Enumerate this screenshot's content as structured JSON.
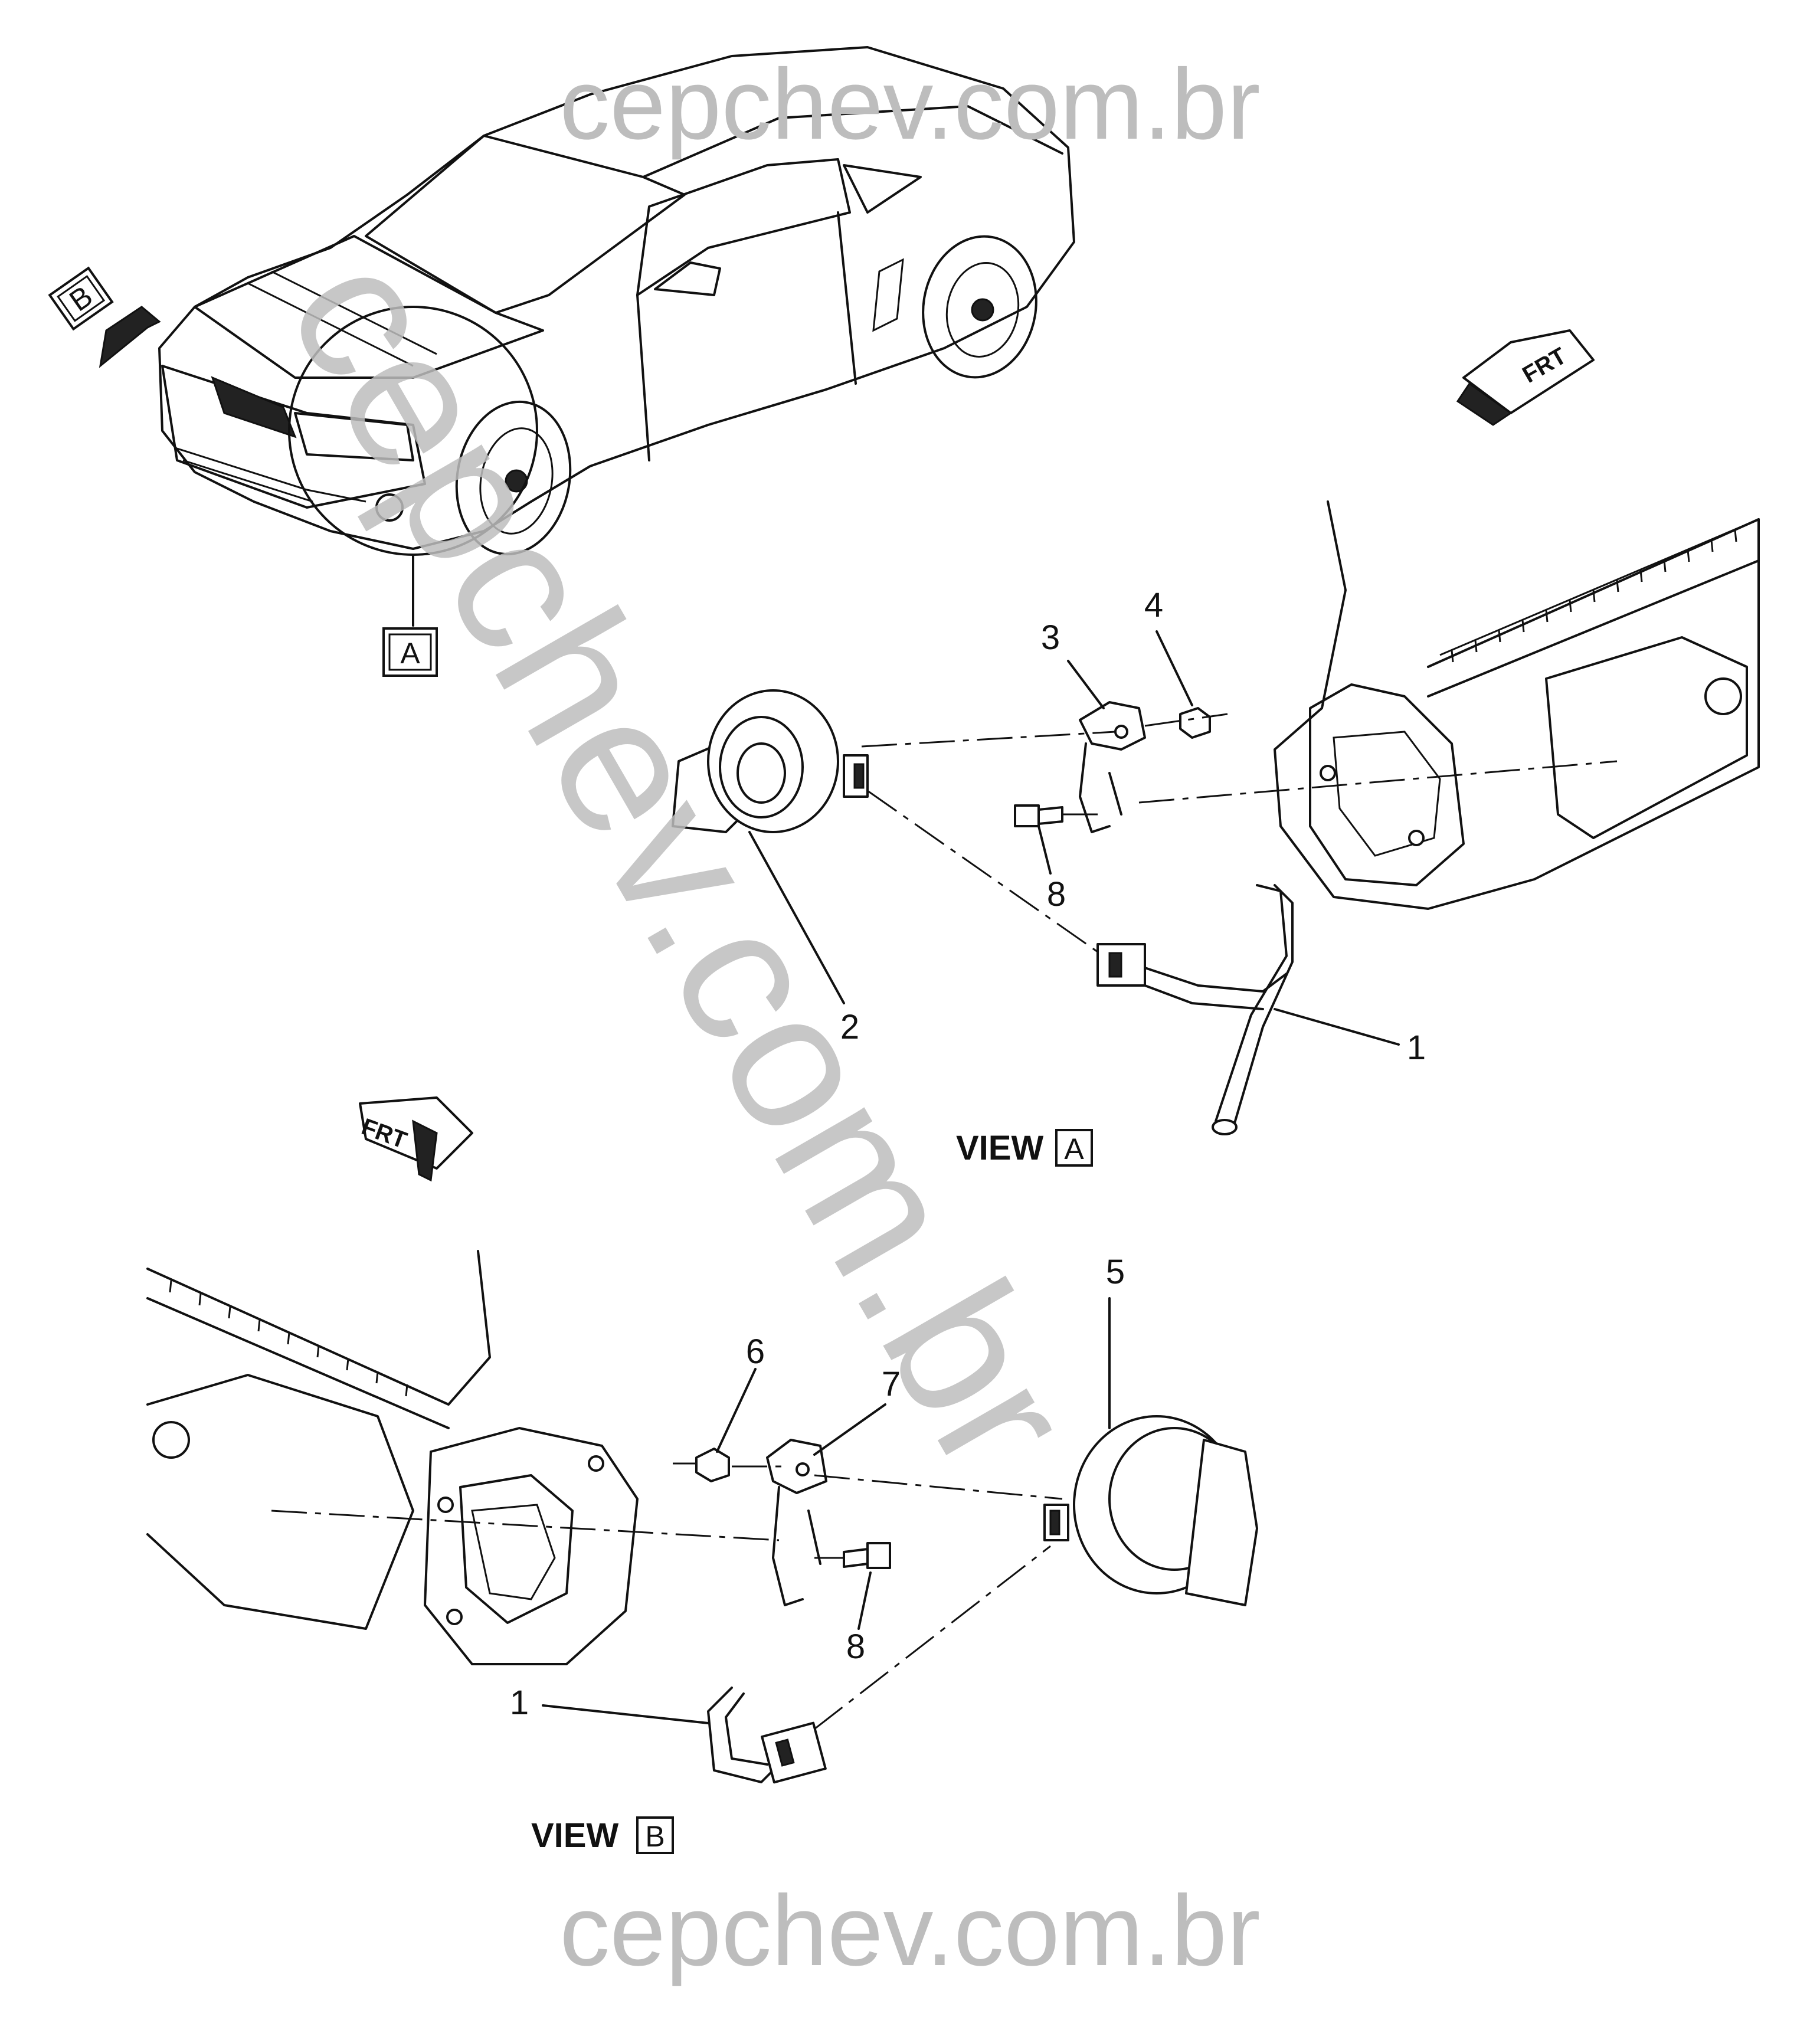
{
  "watermark": {
    "top": "cepchev.com.br",
    "bottom": "cepchev.com.br",
    "diagonal": "cepchev.com.br"
  },
  "view_markers": {
    "marker_a": "A",
    "marker_b": "B"
  },
  "direction_labels": {
    "frt_upper": "FRT",
    "frt_lower": "FRT"
  },
  "view_a": {
    "label_prefix": "VIEW",
    "label_box": "A",
    "callouts": [
      {
        "number": "1",
        "part": "wiring-harness"
      },
      {
        "number": "2",
        "part": "horn"
      },
      {
        "number": "3",
        "part": "horn-bracket"
      },
      {
        "number": "4",
        "part": "nut"
      },
      {
        "number": "8",
        "part": "bolt"
      }
    ]
  },
  "view_b": {
    "label_prefix": "VIEW",
    "label_box": "B",
    "callouts": [
      {
        "number": "1",
        "part": "wiring-harness"
      },
      {
        "number": "5",
        "part": "horn"
      },
      {
        "number": "6",
        "part": "nut"
      },
      {
        "number": "7",
        "part": "horn-bracket"
      },
      {
        "number": "8",
        "part": "bolt"
      }
    ]
  }
}
